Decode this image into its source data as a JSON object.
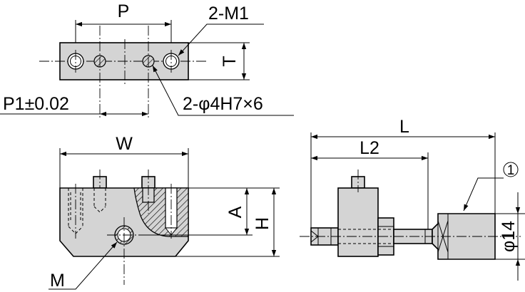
{
  "labels": {
    "p": "P",
    "two_m1": "2-M1",
    "t": "T",
    "p1": "P1±0.02",
    "two_phi_4h7": "2-φ4H7×6",
    "w": "W",
    "a": "A",
    "h": "H",
    "m": "M",
    "l": "L",
    "l2": "L2",
    "item_1": "1",
    "phi14": "φ14"
  }
}
